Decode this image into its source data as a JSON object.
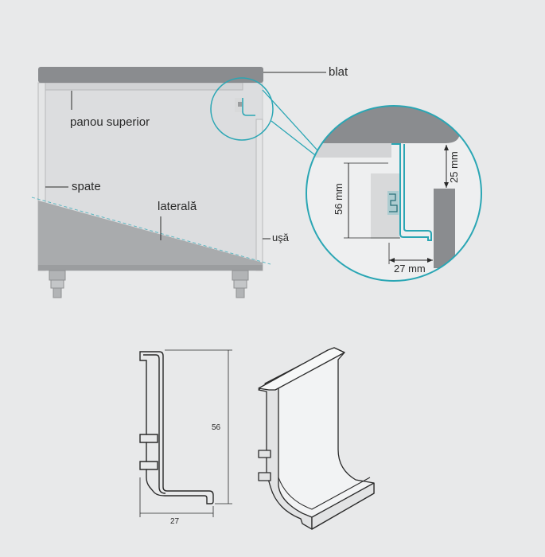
{
  "labels": {
    "blat": "blat",
    "panou_superior": "panou superior",
    "spate": "spate",
    "laterala": "laterală",
    "usa": "uşă"
  },
  "detail_dims": {
    "height_56": "56 mm",
    "height_25": "25 mm",
    "width_27": "27 mm"
  },
  "profile_dims": {
    "height": "56",
    "width": "27"
  },
  "colors": {
    "background": "#e8e9ea",
    "countertop": "#8a8c8f",
    "section_fill": "#a9abad",
    "panel": "#d8d9da",
    "accent_teal": "#2aa6b4",
    "line": "#2a2a2a"
  }
}
